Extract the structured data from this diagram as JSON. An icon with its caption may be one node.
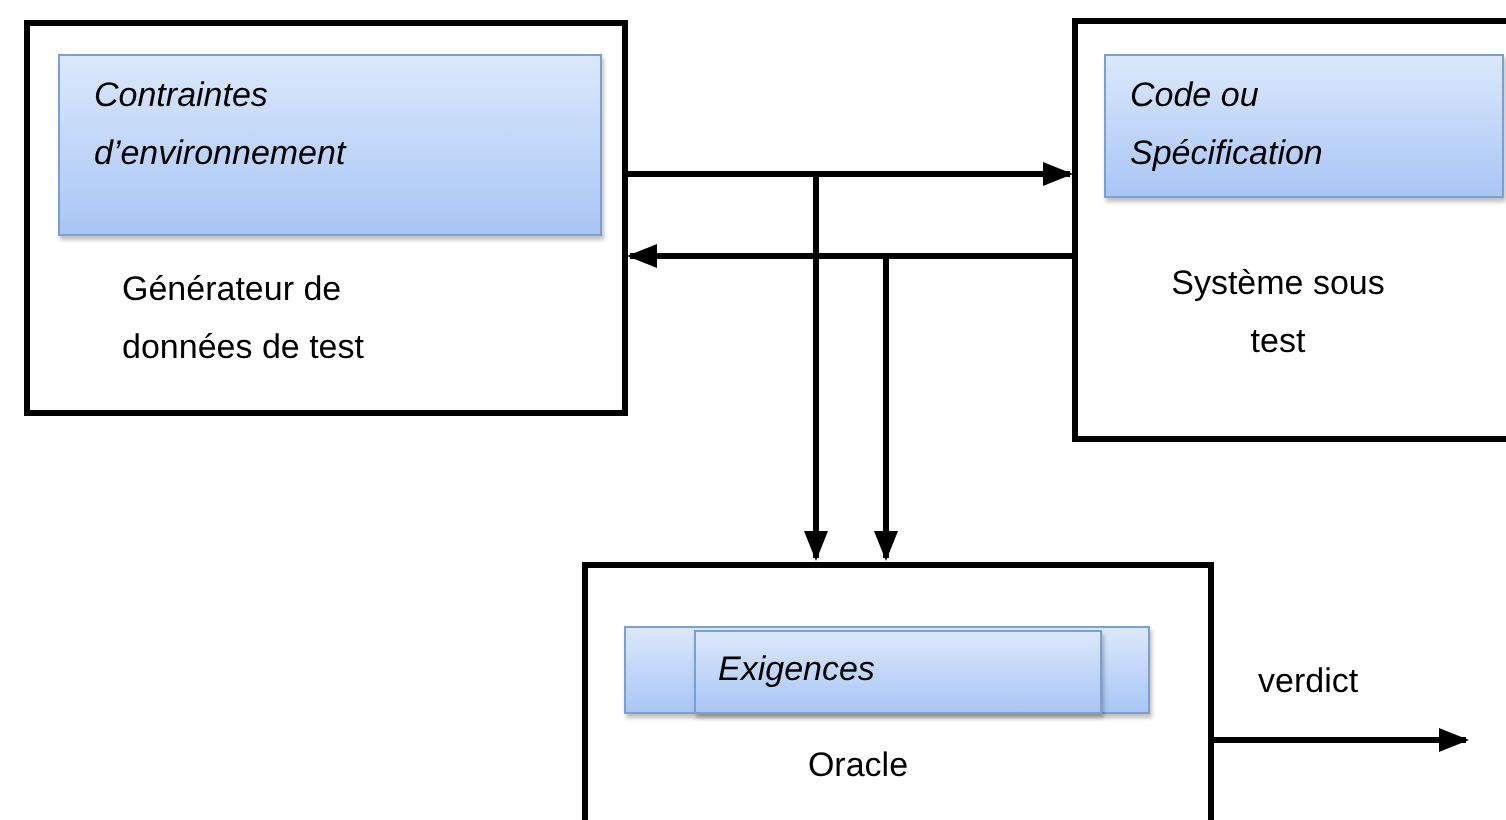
{
  "diagram": {
    "nodes": [
      {
        "text": [
          "Générateur de données de test"
        ]
      },
      {
        "text": [
          "Contraintes d’environnement"
        ],
        "in": 0
      },
      {
        "text": [
          "Système sous test"
        ]
      },
      {
        "text": [
          "Code ou Spécification"
        ],
        "in": 2
      },
      {
        "text": [
          "Oracle"
        ]
      },
      {
        "text": [],
        "shape": "bar",
        "in": 4
      },
      {
        "text": [
          "Exigences"
        ],
        "in": 5
      }
    ],
    "edges": [
      {
        "from": 0,
        "to": 2,
        "arrow": "to"
      },
      {
        "from": 2,
        "to": 0,
        "arrow": "to"
      },
      {
        "from": 0,
        "to": 4,
        "arrow": "to"
      },
      {
        "from": 2,
        "to": 4,
        "arrow": "to"
      },
      {
        "from": 4,
        "to": null,
        "arrow": "to",
        "label": "verdict"
      }
    ]
  }
}
